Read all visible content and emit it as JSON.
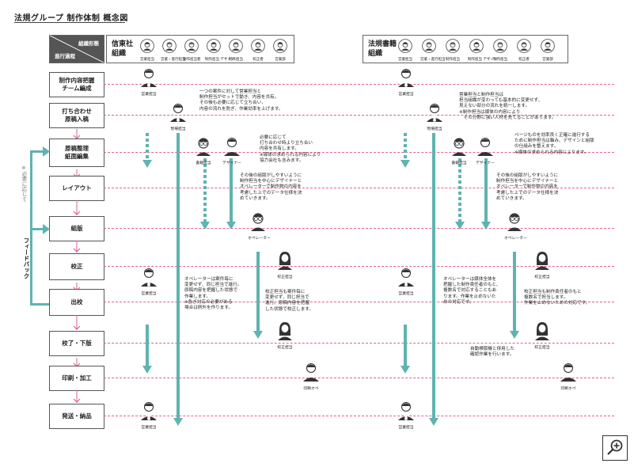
{
  "title": "法規グループ 制作体制 概念図",
  "header": {
    "corner_top": "組織形態",
    "corner_bottom": "進行過程",
    "org1": {
      "label_line1": "信東社",
      "label_line2": "組織",
      "roles": [
        "営業担当",
        "営業・進行担当",
        "制作担当者",
        "制作担当 デザイン",
        "制作担当",
        "校正者",
        "営業部"
      ]
    },
    "org2": {
      "label_line1": "法規書籍",
      "label_line2": "組織",
      "roles": [
        "営業担当",
        "営業・進行担当",
        "制作担当",
        "制作担当 デザイン",
        "制作担当",
        "校正者",
        "営業部"
      ]
    }
  },
  "steps": [
    {
      "line1": "制作内容把握",
      "line2": "チーム編成"
    },
    {
      "line1": "打ち合わせ",
      "line2": "原稿入稿"
    },
    {
      "line1": "原稿整理",
      "line2": "紙面編集"
    },
    {
      "line1": "レイアウト",
      "line2": ""
    },
    {
      "line1": "組版",
      "line2": ""
    },
    {
      "line1": "校正",
      "line2": ""
    },
    {
      "line1": "出校",
      "line2": ""
    },
    {
      "line1": "校了・下版",
      "line2": ""
    },
    {
      "line1": "印刷・加工",
      "line2": ""
    },
    {
      "line1": "発送・納品",
      "line2": ""
    }
  ],
  "side_labels": {
    "left_vertical": "※必要に応じて",
    "feedback": "フィードバック"
  },
  "people": {
    "sales": "営業担当",
    "field": "現場担当",
    "editor": "書籍担当",
    "designer": "デザイナー",
    "operator": "オペレーター",
    "proof": "校正担当",
    "print": "印刷オペ"
  },
  "notes": {
    "n1": "一つの案件に対して営業担当と\n制作担当がセットで動き、内容を共有。\nその後も必要に応じて立ち合い、\n内容の流れを防ぎ、作業効率を上げます。",
    "n2": "必要に応じて\n打ち合わせ時より立ち合い\n内容を共有します。\n※媒体の求められる内容により\n協力会社も含みます。",
    "n3": "その後の組版がしやすいように\n制作担当を中心にデザイナーと\nオペレーターで制作物の内容を\n考慮した上でのデータ仕様を決\nめていきます。",
    "n4": "オペレーターは案件毎に\n変更せず、同じ担当で進行。\n原稿内容を把握した状態で\n作業します。\n※急ぎ対応の必要がある\n場合は例外を作ります。",
    "n5": "校正担当も案件毎に\n変更せず、同じ担当で\n進行。原稿内容を把握\nした状態で校正します。",
    "r1": "営業担当と制作担当は\n担当組織が変わっても基本的に変更せず、\n見えない部分の流れを統一します。\n※制作担当は媒体の内容により\n　その分野に強い人材を充てることがあります。",
    "r2": "ページものを効率良く正確に進行する\nために制作担当は軸み、デザインと組版\nの仕組みを整えます。\n※媒体の求められる内容によります。",
    "r3": "その後の組版がしやすいように\n制作担当を中心にデザイナーと\nオペレーターで制作物の内容を\n考慮した上でのデータ仕様を決\nめていきます。",
    "r4": "オペレーターは媒体全体を\n把握した制作責任者のもと、\n複数名で対応することもあ\nります。作業を止めないた\nめの対応です。",
    "r5": "校正担当も制作責任者のもと\n複数名で担当します。\n作業を止めないための対応です。",
    "r6": "自動検版機と併用した\n確認作業を行います。"
  },
  "colors": {
    "teal": "#5fb3b0",
    "pink": "#e35d9a",
    "dark": "#555555"
  },
  "zoom_icon": "zoom-in-icon"
}
